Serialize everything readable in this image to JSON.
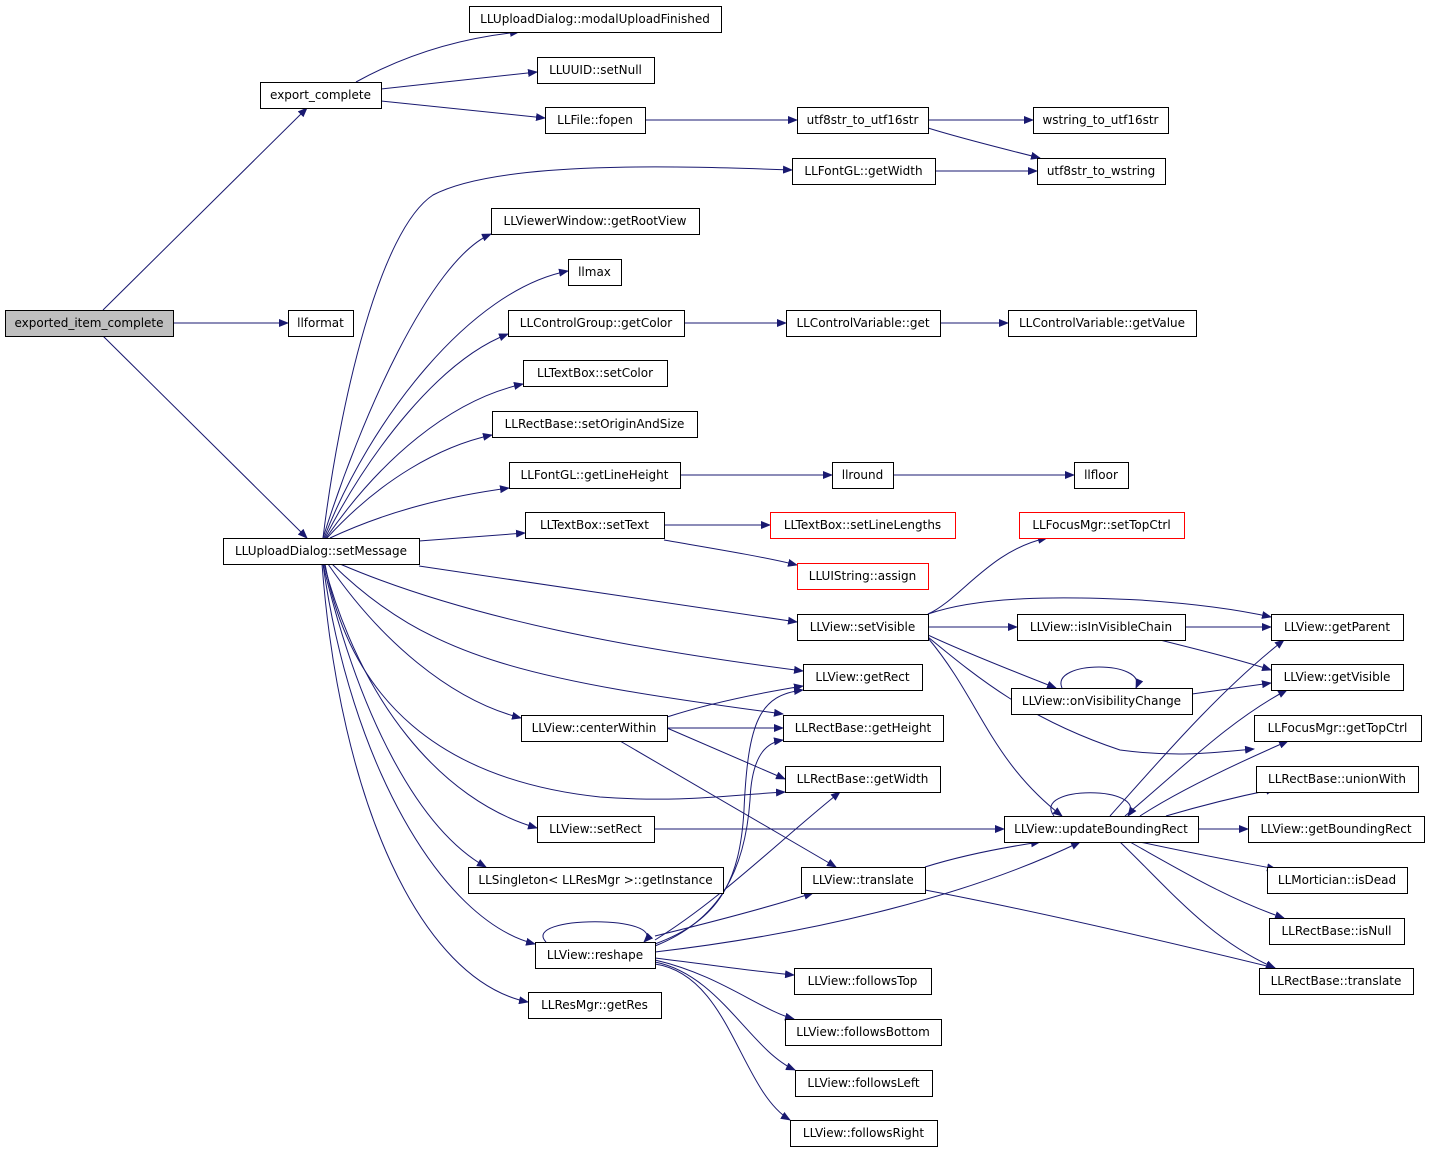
{
  "graph": {
    "root": "exported_item_complete",
    "edge_color": "#191970",
    "truncated_node_border": "#ff0000",
    "root_fill": "#bfbfbf",
    "nodes": [
      {
        "id": "exported_item_complete",
        "label": "exported_item_complete"
      },
      {
        "id": "export_complete",
        "label": "export_complete"
      },
      {
        "id": "llformat",
        "label": "llformat"
      },
      {
        "id": "setMessage",
        "label": "LLUploadDialog::setMessage"
      },
      {
        "id": "modalUploadFinished",
        "label": "LLUploadDialog::modalUploadFinished"
      },
      {
        "id": "uuidSetNull",
        "label": "LLUUID::setNull"
      },
      {
        "id": "fileFopen",
        "label": "LLFile::fopen"
      },
      {
        "id": "utf8str_to_utf16str",
        "label": "utf8str_to_utf16str"
      },
      {
        "id": "wstring_to_utf16str",
        "label": "wstring_to_utf16str"
      },
      {
        "id": "utf8str_to_wstring",
        "label": "utf8str_to_wstring"
      },
      {
        "id": "fontGetWidth",
        "label": "LLFontGL::getWidth"
      },
      {
        "id": "getRootView",
        "label": "LLViewerWindow::getRootView"
      },
      {
        "id": "llmax",
        "label": "llmax"
      },
      {
        "id": "cgGetColor",
        "label": "LLControlGroup::getColor"
      },
      {
        "id": "cvGet",
        "label": "LLControlVariable::get"
      },
      {
        "id": "cvGetValue",
        "label": "LLControlVariable::getValue"
      },
      {
        "id": "tbSetColor",
        "label": "LLTextBox::setColor"
      },
      {
        "id": "setOriginAndSize",
        "label": "LLRectBase::setOriginAndSize"
      },
      {
        "id": "getLineHeight",
        "label": "LLFontGL::getLineHeight"
      },
      {
        "id": "llround",
        "label": "llround"
      },
      {
        "id": "llfloor",
        "label": "llfloor"
      },
      {
        "id": "tbSetText",
        "label": "LLTextBox::setText"
      },
      {
        "id": "setLineLengths",
        "label": "LLTextBox::setLineLengths",
        "truncated": true
      },
      {
        "id": "uiAssign",
        "label": "LLUIString::assign",
        "truncated": true
      },
      {
        "id": "setTopCtrl",
        "label": "LLFocusMgr::setTopCtrl",
        "truncated": true
      },
      {
        "id": "setVisible",
        "label": "LLView::setVisible"
      },
      {
        "id": "isInVisibleChain",
        "label": "LLView::isInVisibleChain"
      },
      {
        "id": "getParent",
        "label": "LLView::getParent"
      },
      {
        "id": "getVisible",
        "label": "LLView::getVisible"
      },
      {
        "id": "onVisibilityChange",
        "label": "LLView::onVisibilityChange"
      },
      {
        "id": "getRect",
        "label": "LLView::getRect"
      },
      {
        "id": "centerWithin",
        "label": "LLView::centerWithin"
      },
      {
        "id": "rbGetHeight",
        "label": "LLRectBase::getHeight"
      },
      {
        "id": "getTopCtrl",
        "label": "LLFocusMgr::getTopCtrl"
      },
      {
        "id": "rbGetWidth",
        "label": "LLRectBase::getWidth"
      },
      {
        "id": "unionWith",
        "label": "LLRectBase::unionWith"
      },
      {
        "id": "setRect",
        "label": "LLView::setRect"
      },
      {
        "id": "updateBoundingRect",
        "label": "LLView::updateBoundingRect"
      },
      {
        "id": "getBoundingRect",
        "label": "LLView::getBoundingRect"
      },
      {
        "id": "getInstance",
        "label": "LLSingleton< LLResMgr >::getInstance"
      },
      {
        "id": "translate",
        "label": "LLView::translate"
      },
      {
        "id": "isDead",
        "label": "LLMortician::isDead"
      },
      {
        "id": "isNull",
        "label": "LLRectBase::isNull"
      },
      {
        "id": "reshape",
        "label": "LLView::reshape"
      },
      {
        "id": "rbTranslate",
        "label": "LLRectBase::translate"
      },
      {
        "id": "followsTop",
        "label": "LLView::followsTop"
      },
      {
        "id": "getRes",
        "label": "LLResMgr::getRes"
      },
      {
        "id": "followsBottom",
        "label": "LLView::followsBottom"
      },
      {
        "id": "followsLeft",
        "label": "LLView::followsLeft"
      },
      {
        "id": "followsRight",
        "label": "LLView::followsRight"
      }
    ],
    "edges": [
      [
        "exported_item_complete",
        "export_complete"
      ],
      [
        "exported_item_complete",
        "llformat"
      ],
      [
        "exported_item_complete",
        "setMessage"
      ],
      [
        "export_complete",
        "modalUploadFinished"
      ],
      [
        "export_complete",
        "uuidSetNull"
      ],
      [
        "export_complete",
        "fileFopen"
      ],
      [
        "fileFopen",
        "utf8str_to_utf16str"
      ],
      [
        "utf8str_to_utf16str",
        "wstring_to_utf16str"
      ],
      [
        "utf8str_to_utf16str",
        "utf8str_to_wstring"
      ],
      [
        "fontGetWidth",
        "utf8str_to_wstring"
      ],
      [
        "setMessage",
        "fontGetWidth"
      ],
      [
        "setMessage",
        "getRootView"
      ],
      [
        "setMessage",
        "llmax"
      ],
      [
        "setMessage",
        "cgGetColor"
      ],
      [
        "setMessage",
        "tbSetColor"
      ],
      [
        "setMessage",
        "setOriginAndSize"
      ],
      [
        "setMessage",
        "getLineHeight"
      ],
      [
        "setMessage",
        "tbSetText"
      ],
      [
        "setMessage",
        "setVisible"
      ],
      [
        "setMessage",
        "getRect"
      ],
      [
        "setMessage",
        "centerWithin"
      ],
      [
        "setMessage",
        "rbGetHeight"
      ],
      [
        "setMessage",
        "rbGetWidth"
      ],
      [
        "setMessage",
        "setRect"
      ],
      [
        "setMessage",
        "getInstance"
      ],
      [
        "setMessage",
        "reshape"
      ],
      [
        "setMessage",
        "getRes"
      ],
      [
        "cgGetColor",
        "cvGet"
      ],
      [
        "cvGet",
        "cvGetValue"
      ],
      [
        "getLineHeight",
        "llround"
      ],
      [
        "llround",
        "llfloor"
      ],
      [
        "tbSetText",
        "setLineLengths"
      ],
      [
        "tbSetText",
        "uiAssign"
      ],
      [
        "setVisible",
        "setTopCtrl"
      ],
      [
        "setVisible",
        "isInVisibleChain"
      ],
      [
        "setVisible",
        "getParent"
      ],
      [
        "setVisible",
        "onVisibilityChange"
      ],
      [
        "setVisible",
        "getTopCtrl"
      ],
      [
        "setVisible",
        "updateBoundingRect"
      ],
      [
        "isInVisibleChain",
        "getParent"
      ],
      [
        "isInVisibleChain",
        "getVisible"
      ],
      [
        "onVisibilityChange",
        "onVisibilityChange"
      ],
      [
        "onVisibilityChange",
        "getVisible"
      ],
      [
        "centerWithin",
        "getRect"
      ],
      [
        "centerWithin",
        "rbGetHeight"
      ],
      [
        "centerWithin",
        "rbGetWidth"
      ],
      [
        "centerWithin",
        "translate"
      ],
      [
        "setRect",
        "updateBoundingRect"
      ],
      [
        "translate",
        "updateBoundingRect"
      ],
      [
        "translate",
        "rbTranslate"
      ],
      [
        "updateBoundingRect",
        "updateBoundingRect"
      ],
      [
        "updateBoundingRect",
        "getParent"
      ],
      [
        "updateBoundingRect",
        "getVisible"
      ],
      [
        "updateBoundingRect",
        "getTopCtrl"
      ],
      [
        "updateBoundingRect",
        "unionWith"
      ],
      [
        "updateBoundingRect",
        "getBoundingRect"
      ],
      [
        "updateBoundingRect",
        "isDead"
      ],
      [
        "updateBoundingRect",
        "isNull"
      ],
      [
        "updateBoundingRect",
        "rbTranslate"
      ],
      [
        "reshape",
        "reshape"
      ],
      [
        "reshape",
        "getRect"
      ],
      [
        "reshape",
        "rbGetHeight"
      ],
      [
        "reshape",
        "rbGetWidth"
      ],
      [
        "reshape",
        "translate"
      ],
      [
        "reshape",
        "updateBoundingRect"
      ],
      [
        "reshape",
        "followsTop"
      ],
      [
        "reshape",
        "followsBottom"
      ],
      [
        "reshape",
        "followsLeft"
      ],
      [
        "reshape",
        "followsRight"
      ]
    ]
  }
}
